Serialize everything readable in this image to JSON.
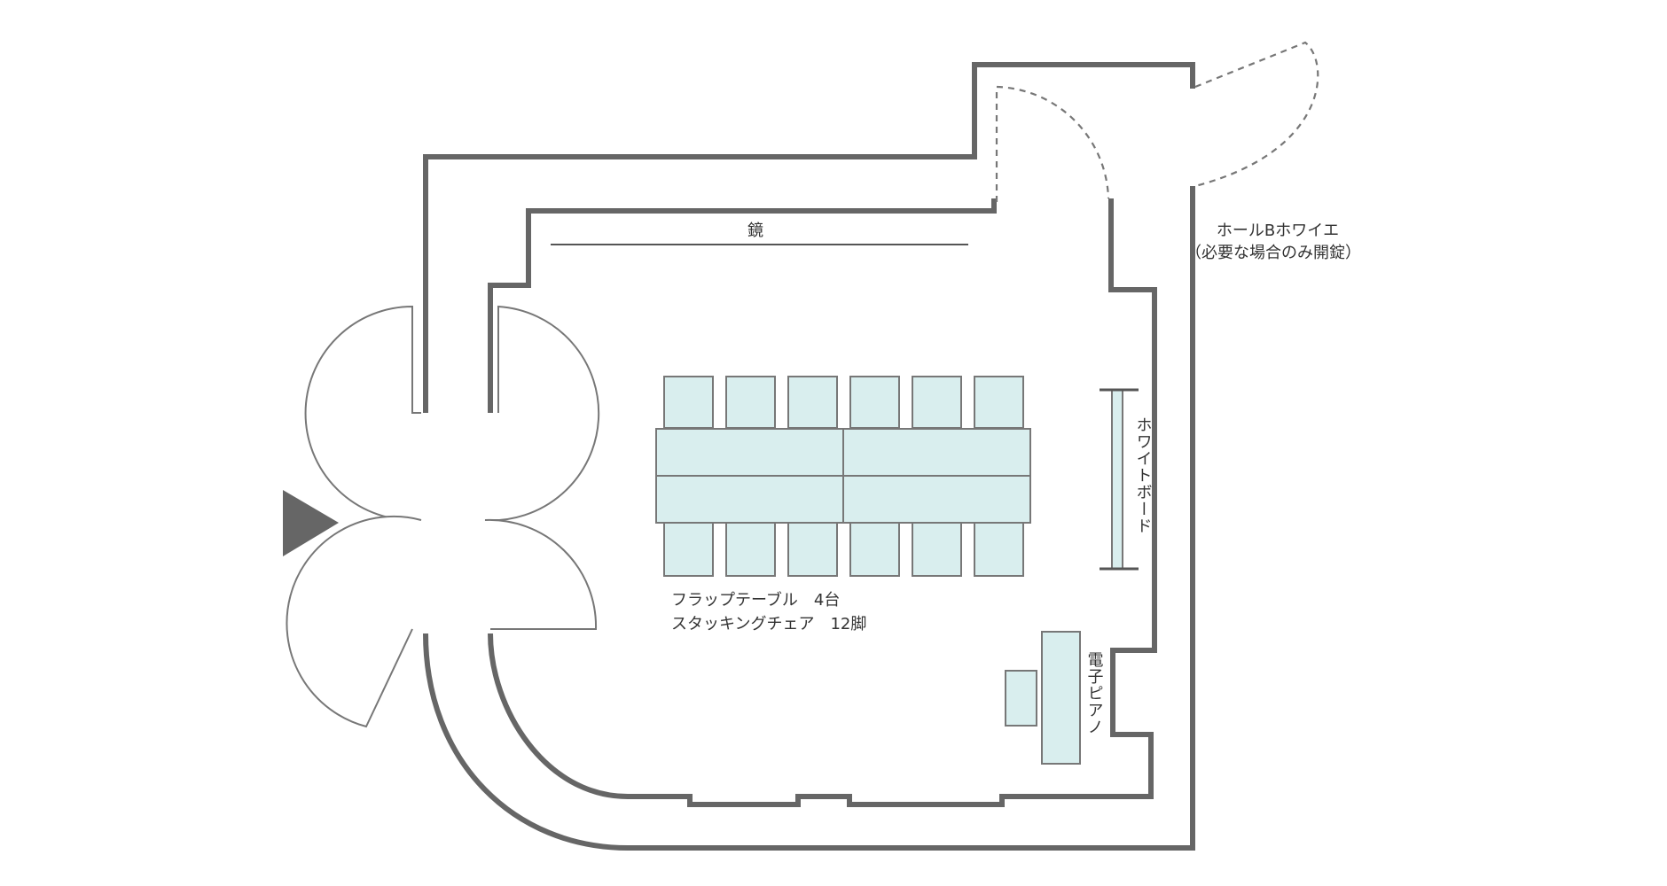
{
  "colors": {
    "wall": "#666666",
    "line": "#777777",
    "furniture_fill": "#d9eeee",
    "entrance_arrow": "#666666",
    "text": "#333333"
  },
  "labels": {
    "mirror": "鏡",
    "foyer_line1": "ホールBホワイエ",
    "foyer_line2": "（必要な場合のみ開錠）",
    "whiteboard": "ホワイトボード",
    "tables": "フラップテーブル　4台",
    "chairs": "スタッキングチェア　12脚",
    "piano": "電子ピアノ"
  }
}
